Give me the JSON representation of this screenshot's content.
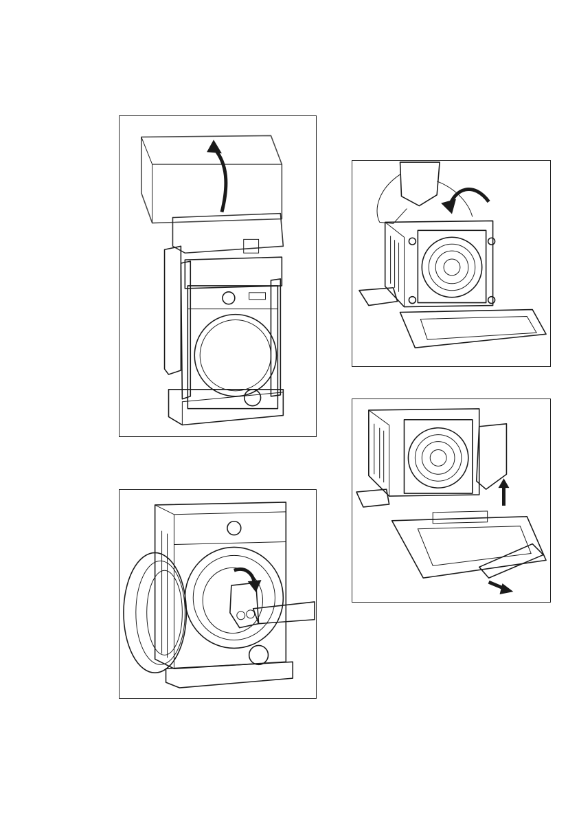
{
  "colors": {
    "line": "#1a1a1a",
    "box_grey": "#d2d2d2",
    "dark_grey": "#8a8a8a",
    "mid_grey": "#b5b5b5",
    "light_grey": "#e6e6e6"
  },
  "figures": [
    {
      "id": "unpack-lift-cover",
      "icons": [
        "curved-up-arrow-icon"
      ]
    },
    {
      "id": "tilt-machine-backwards",
      "icons": [
        "curved-back-arrow-icon"
      ]
    },
    {
      "id": "remove-accessories-bag",
      "icons": [
        "curved-down-arrow-icon"
      ]
    },
    {
      "id": "remove-base-polystyrene",
      "icons": [
        "up-arrow-icon",
        "pull-arrow-icon"
      ]
    }
  ]
}
